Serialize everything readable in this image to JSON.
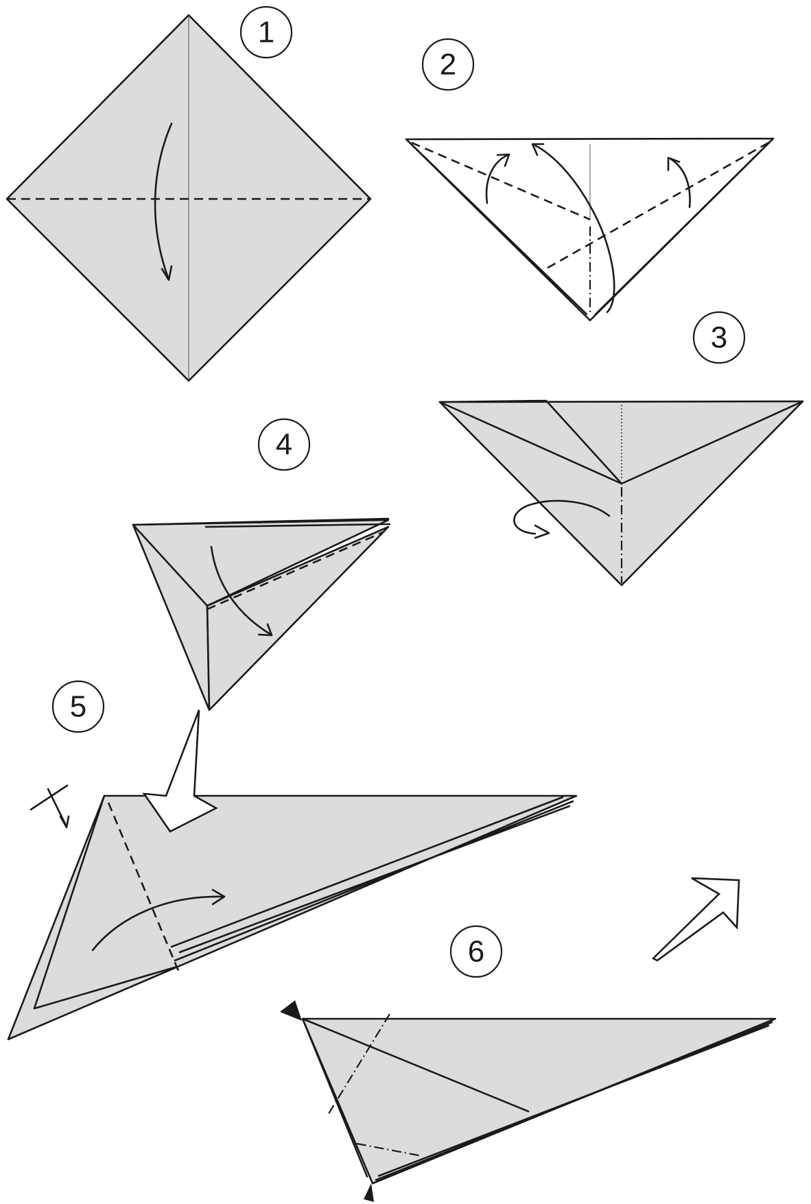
{
  "steps": [
    {
      "number": "1"
    },
    {
      "number": "2"
    },
    {
      "number": "3"
    },
    {
      "number": "4"
    },
    {
      "number": "5"
    },
    {
      "number": "6"
    }
  ],
  "colors": {
    "paper": "#dcdcdc",
    "line": "#1a1a1a",
    "background": "#ffffff"
  }
}
